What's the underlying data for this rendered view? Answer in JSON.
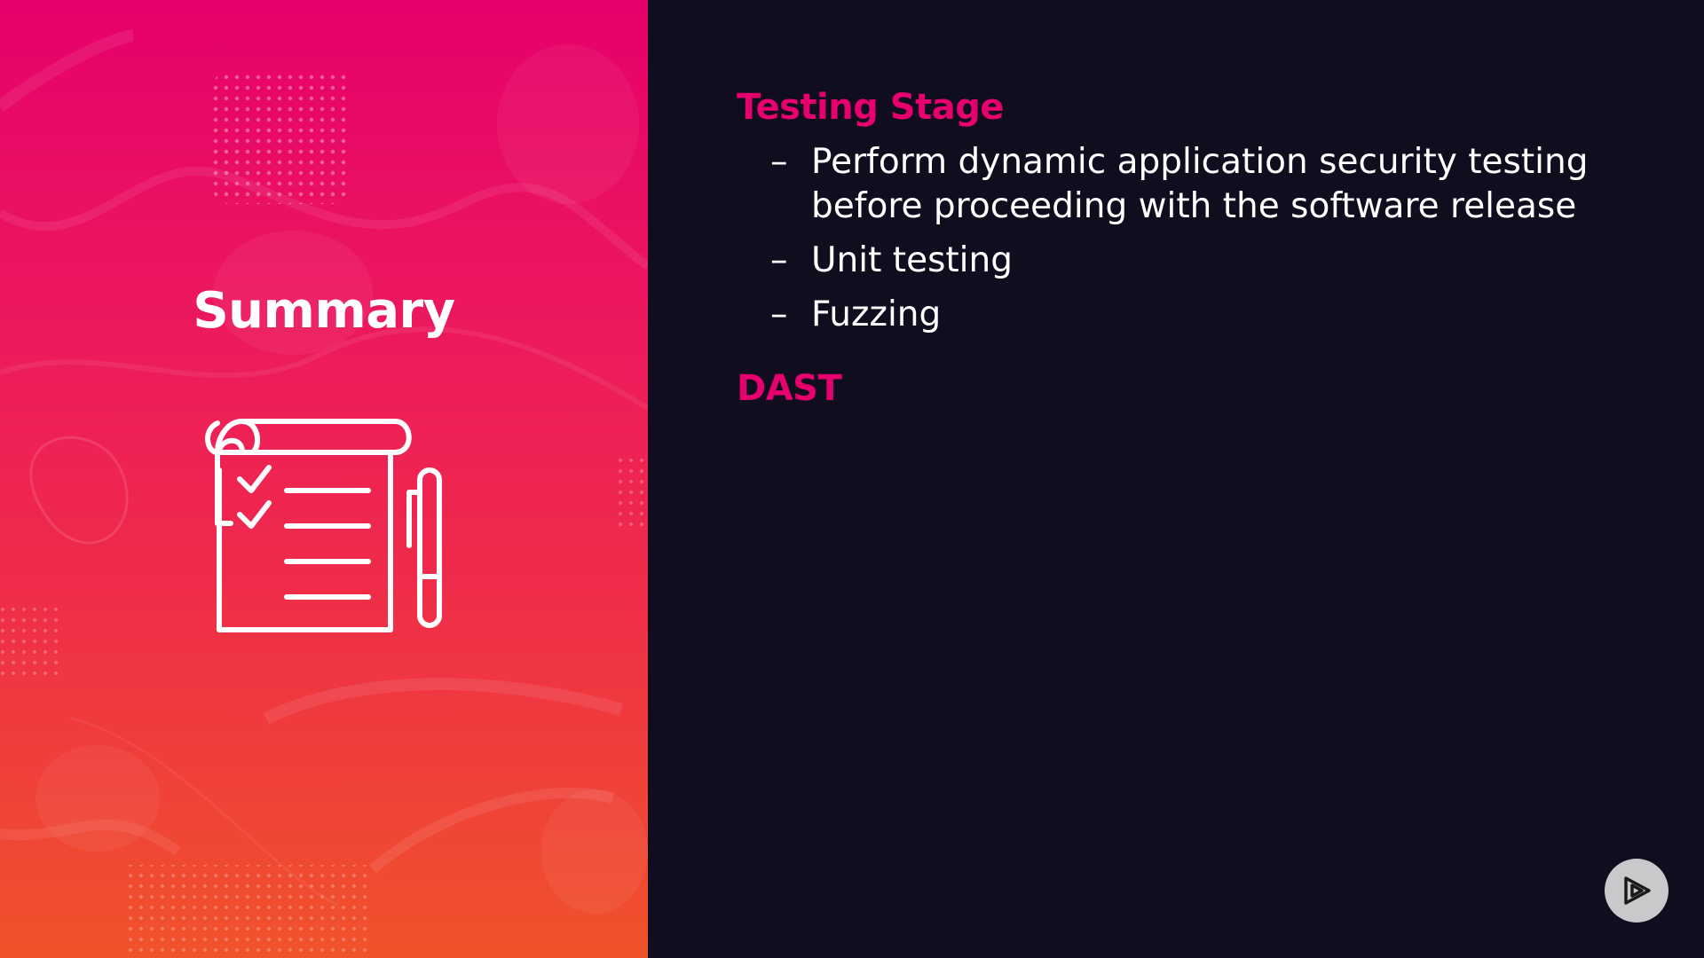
{
  "left": {
    "title": "Summary",
    "icon": "checklist-notepad-pen-icon",
    "gradient": [
      "#e6006a",
      "#f0532a"
    ]
  },
  "right": {
    "section1": {
      "heading": "Testing Stage",
      "bullets": [
        "Perform dynamic application security testing before proceeding with the software release",
        "Unit testing",
        "Fuzzing"
      ]
    },
    "section2": {
      "heading": "DAST"
    },
    "accent_color": "#e5006d",
    "background_color": "#0f0d1e"
  },
  "badge": {
    "icon": "play-logo-icon"
  }
}
